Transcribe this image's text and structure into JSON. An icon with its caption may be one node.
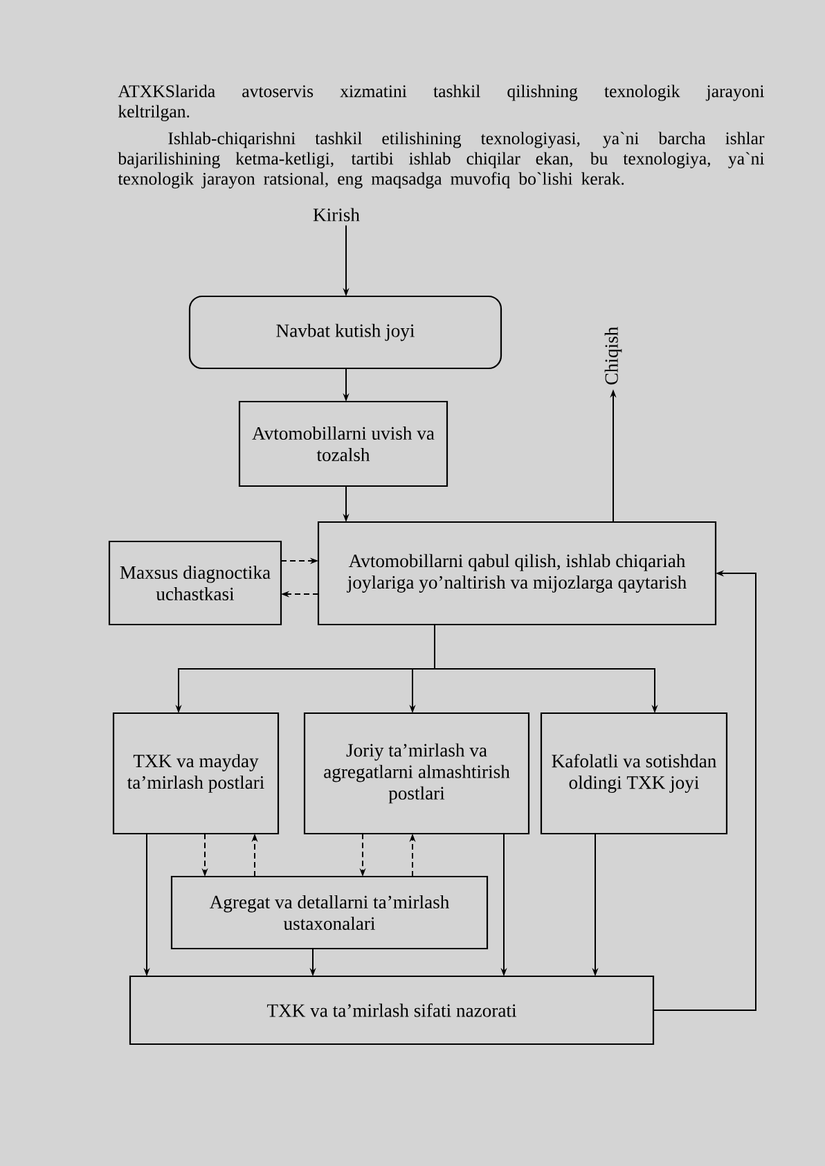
{
  "diagram": {
    "nodes": [
      {
        "text": [
          "Kirish"
        ]
      },
      {
        "text": [
          "Navbat kutish joyi"
        ]
      },
      {
        "text": [
          "Chiqish"
        ]
      },
      {
        "text": [
          "Avtomobillarni uvish va tozalsh"
        ]
      },
      {
        "text": [
          "Maxsus diagnoctika uchastkasi"
        ]
      },
      {
        "text": [
          "Avtomobillarni qabul qilish, ishlab chiqariah joylariga yo’naltirish va mijozlarga qaytarish"
        ]
      },
      {
        "text": [
          "TXK va mayday ta’mirlash postlari"
        ]
      },
      {
        "text": [
          "Joriy ta’mirlash va agregatlarni almashtirish postlari"
        ]
      },
      {
        "text": [
          "Kafolatli va sotishdan oldingi TXK joyi"
        ]
      },
      {
        "text": [
          "Agregat va detallarni ta’mirlash ustaxonalari"
        ]
      },
      {
        "text": [
          "TXK va ta’mirlash sifati nazorati"
        ]
      }
    ],
    "edges": [
      {
        "from": 0,
        "to": 1,
        "arrow": "to"
      },
      {
        "from": 1,
        "to": 3,
        "arrow": "to"
      },
      {
        "from": 3,
        "to": 5,
        "arrow": "to"
      },
      {
        "from": 5,
        "to": 2,
        "arrow": "to"
      },
      {
        "from": 4,
        "to": 5,
        "arrow": "to",
        "style": "dashed"
      },
      {
        "from": 5,
        "to": 4,
        "arrow": "to",
        "style": "dashed"
      },
      {
        "from": 5,
        "to": 6,
        "arrow": "to"
      },
      {
        "from": 5,
        "to": 7,
        "arrow": "to"
      },
      {
        "from": 5,
        "to": 8,
        "arrow": "to"
      },
      {
        "from": 6,
        "to": 9,
        "arrow": "to",
        "style": "dashed"
      },
      {
        "from": 9,
        "to": 6,
        "arrow": "to",
        "style": "dashed"
      },
      {
        "from": 7,
        "to": 9,
        "arrow": "to",
        "style": "dashed"
      },
      {
        "from": 9,
        "to": 7,
        "arrow": "to",
        "style": "dashed"
      },
      {
        "from": 6,
        "to": 10,
        "arrow": "to"
      },
      {
        "from": 9,
        "to": 10,
        "arrow": "to"
      },
      {
        "from": 7,
        "to": 10,
        "arrow": "to"
      },
      {
        "from": 8,
        "to": 10,
        "arrow": "to"
      },
      {
        "from": 10,
        "to": 5,
        "arrow": "to"
      }
    ],
    "labels": [
      "ATXKSlarida avtoservis xizmatini tashkil qilishning texnologik jarayoni keltrilgan.",
      "Ishlab-chiqarishni tashkil etilishining texnologiyasi, ya`ni barcha ishlar bajarilishining ketma-ketligi, tartibi ishlab chiqilar ekan, bu texnologiya, ya`ni texnologik jarayon ratsional, eng maqsadga muvofiq bo`lishi kerak."
    ]
  }
}
